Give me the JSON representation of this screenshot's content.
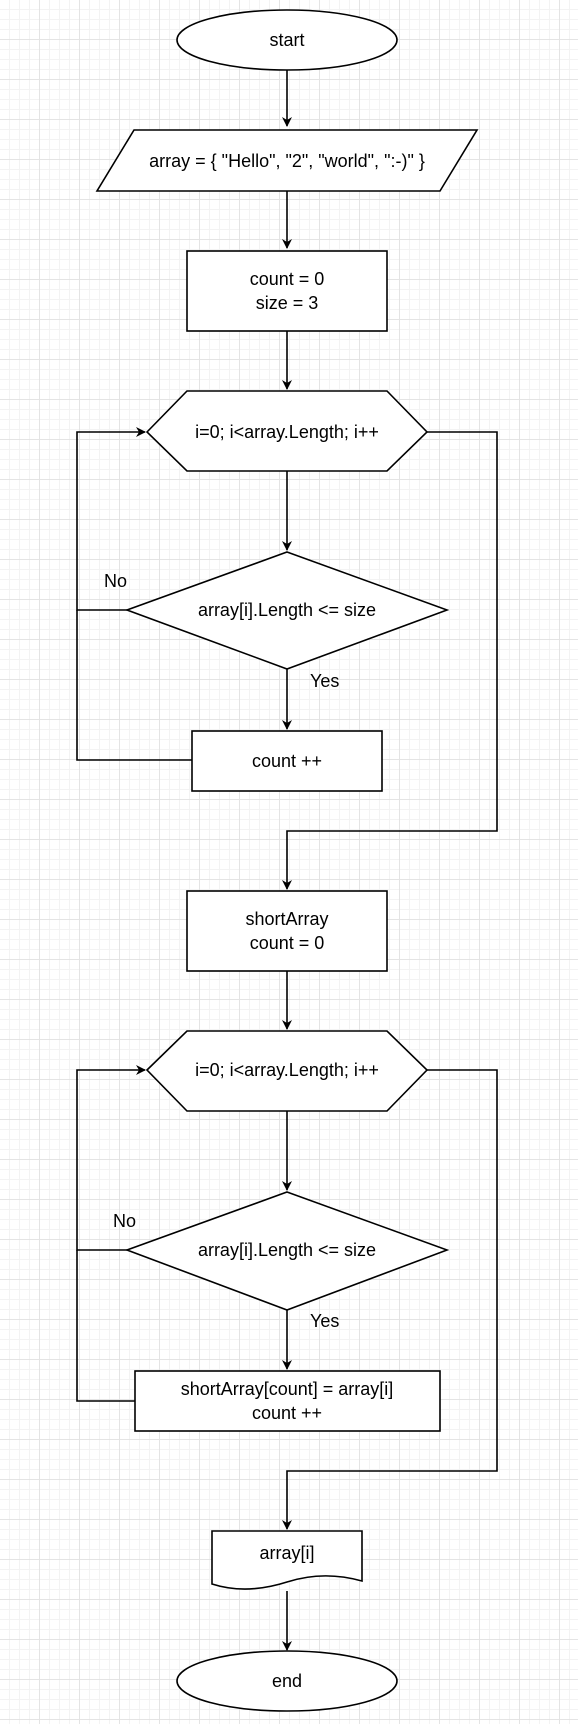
{
  "flowchart": {
    "start_label": "start",
    "input_label": "array = { \"Hello\", \"2\", \"world\", \":-)\" }",
    "init_line1": "count = 0",
    "init_line2": "size = 3",
    "loop1_label": "i=0; i<array.Length; i++",
    "cond1_label": "array[i].Length <= size",
    "cond1_no": "No",
    "cond1_yes": "Yes",
    "count1_label": "count ++",
    "alloc_line1": "shortArray",
    "alloc_line2": "count = 0",
    "loop2_label": "i=0; i<array.Length; i++",
    "cond2_label": "array[i].Length <= size",
    "cond2_no": "No",
    "cond2_yes": "Yes",
    "assign_line1": "shortArray[count] = array[i]",
    "assign_line2": "count ++",
    "output_label": "array[i]",
    "end_label": "end"
  },
  "colors": {
    "stroke": "#000000",
    "fill": "#ffffff",
    "grid": "#e4e4e4"
  }
}
